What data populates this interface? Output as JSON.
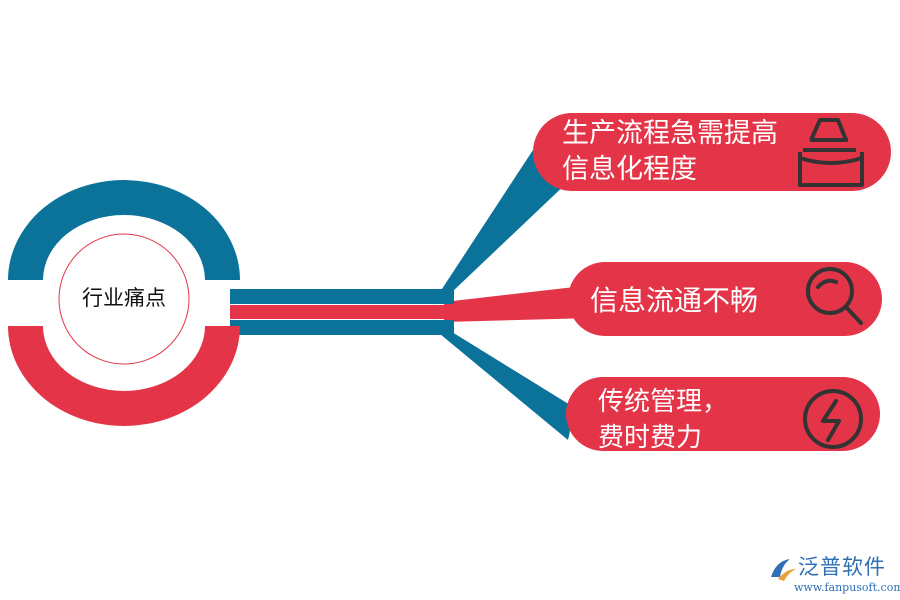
{
  "hub": {
    "label": "行业痛点"
  },
  "branches": [
    {
      "text": "生产流程急需提高\n信息化程度",
      "icon": "cake-icon",
      "color": "#e33547"
    },
    {
      "text": "信息流通不畅",
      "icon": "magnifier-icon",
      "color": "#e33547"
    },
    {
      "text": "传统管理，\n费时费力",
      "icon": "lightning-icon",
      "color": "#e33547"
    }
  ],
  "colors": {
    "teal": "#0b7399",
    "red": "#e33547",
    "icon": "#333333",
    "logo": "#2f6fb4"
  },
  "logo": {
    "name": "泛普软件",
    "url": "www.fanpusoft.com"
  }
}
